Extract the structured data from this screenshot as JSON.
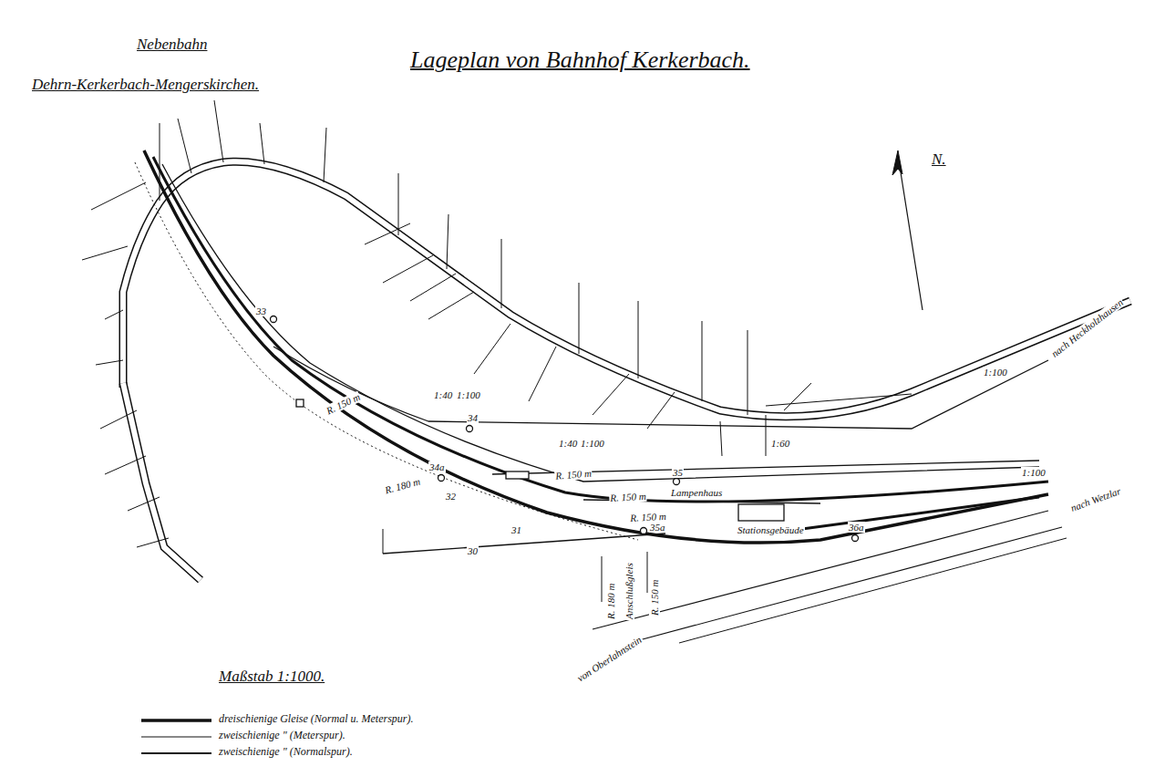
{
  "diagram": {
    "title": "Lageplan von Bahnhof Kerkerbach.",
    "labels": [
      "Nebenbahn",
      "Dehrn-Kerkerbach-Mengerskirchen.",
      "N.",
      "Maßstab 1:1000.",
      "33",
      "34",
      "34a",
      "35",
      "35a",
      "36a",
      "32",
      "31",
      "30",
      "R. 150 m",
      "R. 180 m",
      "R. 150 m",
      "R. 150 m",
      "R. 150 m",
      "R. 180 m",
      "R. 150 m",
      "Lampenhaus",
      "Stationsgebäude",
      "Anschlußgleis",
      "nach Heckholzhausen",
      "nach Wetzlar",
      "von Oberlahnstein",
      "1:40",
      "1:100",
      "1:40",
      "1:100",
      "1:60",
      "1:100",
      "1:100"
    ],
    "legend": [
      {
        "text": "dreischienige Gleise (Normal u. Meterspur)."
      },
      {
        "text": "zweischienige \" (Meterspur)."
      },
      {
        "text": "zweischienige \" (Normalspur)."
      }
    ]
  }
}
